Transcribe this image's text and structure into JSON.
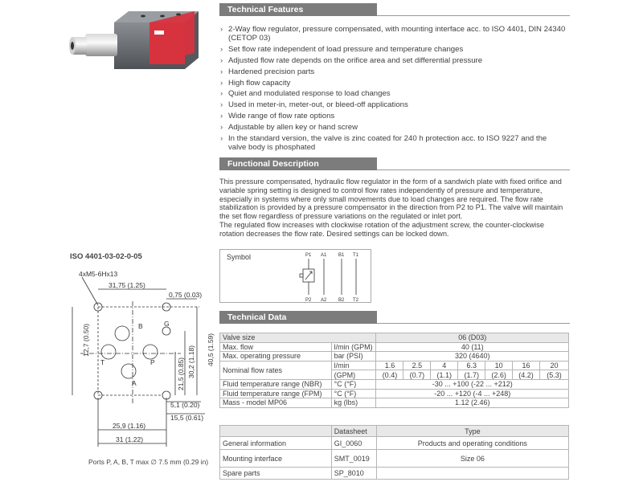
{
  "sections": {
    "features_title": "Technical Features",
    "description_title": "Functional Description",
    "data_title": "Technical Data"
  },
  "features": [
    "2-Way flow regulator, pressure compensated, with mounting interface acc. to ISO 4401, DIN 24340 (CETOP 03)",
    "Set flow rate independent of load pressure and temperature changes",
    "Adjusted flow rate depends on the orifice area and set differential pressure",
    "Hardened precision parts",
    "High flow capacity",
    "Quiet and modulated response to load changes",
    "Used in meter-in, meter-out, or bleed-off applications",
    "Wide range of flow rate options",
    "Adjustable by allen key or hand screw",
    "In the standard version, the valve is zinc coated for 240 h protection acc. to ISO 9227 and the valve body is phosphated"
  ],
  "description": {
    "p1": "This pressure compensated, hydraulic flow regulator in the form of a sandwich plate with fixed orifice and variable spring setting is designed to control flow rates independently of pressure and temperature, especially in systems where only small movements due to load changes are required. The flow rate stabilization is provided by a pressure compensator in the direction from P2 to P1. The valve will maintain the set flow regardless of pressure variations on the regulated or inlet port.",
    "p2": "The regulated flow increases with clockwise rotation of the adjustment screw, the counter-clockwise rotation decreases the flow rate. Desired settings can be locked down."
  },
  "symbol": {
    "label": "Symbol",
    "ports_top": [
      "P1",
      "A1",
      "B1",
      "T1"
    ],
    "ports_bottom": [
      "P2",
      "A2",
      "B2",
      "T2"
    ]
  },
  "technical_data": {
    "valve_size_label": "Valve size",
    "valve_size_value": "06 (D03)",
    "rows": [
      {
        "label": "Max. flow",
        "unit": "l/min (GPM)",
        "value": "40 (11)"
      },
      {
        "label": "Max. operating pressure",
        "unit": "bar (PSI)",
        "value": "320 (4640)"
      }
    ],
    "nominal": {
      "label": "Nominal flow rates",
      "unit1": "l/min",
      "unit2": "(GPM)",
      "lmin": [
        "1.6",
        "2.5",
        "4",
        "6.3",
        "10",
        "16",
        "20"
      ],
      "gpm": [
        "(0.4)",
        "(0.7)",
        "(1.1)",
        "(1.7)",
        "(2.6)",
        "(4.2)",
        "(5.3)"
      ]
    },
    "rows2": [
      {
        "label": "Fluid temperature range (NBR)",
        "unit": "°C (°F)",
        "value": "-30 ... +100 (-22 ... +212)"
      },
      {
        "label": "Fluid temperature range (FPM)",
        "unit": "°C (°F)",
        "value": "-20 ... +120 (-4 ... +248)"
      },
      {
        "label": "Mass - model MP06",
        "unit": "kg (lbs)",
        "value": "1.12 (2.46)"
      }
    ]
  },
  "documents": {
    "head_datasheet": "Datasheet",
    "head_type": "Type",
    "rows": [
      {
        "label": "General information",
        "sheet": "GI_0060",
        "type": "Products and operating conditions"
      },
      {
        "label": "Mounting interface",
        "sheet": "SMT_0019",
        "type": "Size 06"
      },
      {
        "label": "Spare parts",
        "sheet": "SP_8010",
        "type": ""
      }
    ]
  },
  "drawing": {
    "title": "ISO 4401-03-02-0-05",
    "thread": "4xM5-6Hx13",
    "dims": {
      "d1": "31,75 (1.25)",
      "d2": "0,75 (0.03)",
      "d3": "12,7 (0.50)",
      "d4": "40,5 (1.59)",
      "d5": "30,2 (1.18)",
      "d6": "21,5 (0.85)",
      "d7": "5,1 (0.20)",
      "d8": "15,5 (0.61)",
      "d9": "25,9 (1.16)",
      "d10": "31 (1.22)"
    },
    "ports": [
      "T",
      "P",
      "A",
      "B",
      "G"
    ],
    "note": "Ports P, A, B, T max ∅ 7.5 mm (0.29 in)"
  },
  "colors": {
    "header_bar": "#7c7c7c",
    "valve_red": "#d7333f",
    "valve_body": "#6a6d72"
  }
}
